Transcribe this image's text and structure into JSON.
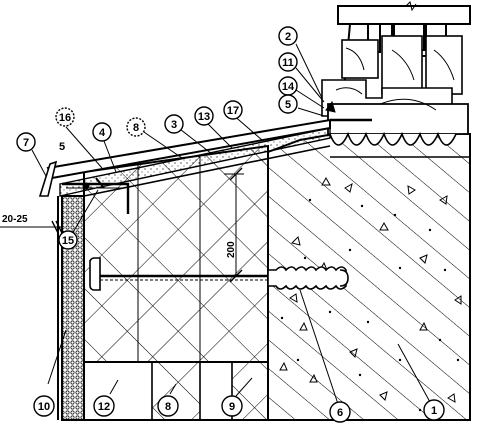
{
  "callouts": {
    "c1": "1",
    "c2": "2",
    "c3": "3",
    "c4": "4",
    "c5a": "5",
    "c5b": "5",
    "c6": "6",
    "c7": "7",
    "c8a": "8",
    "c8b": "8",
    "c9": "9",
    "c10": "10",
    "c11": "11",
    "c12": "12",
    "c13": "13",
    "c14": "14",
    "c15": "15",
    "c16": "16",
    "c17": "17"
  },
  "dimensions": {
    "gap": "20-25",
    "depth": "200"
  },
  "colors": {
    "line": "#000000",
    "background": "#ffffff"
  }
}
